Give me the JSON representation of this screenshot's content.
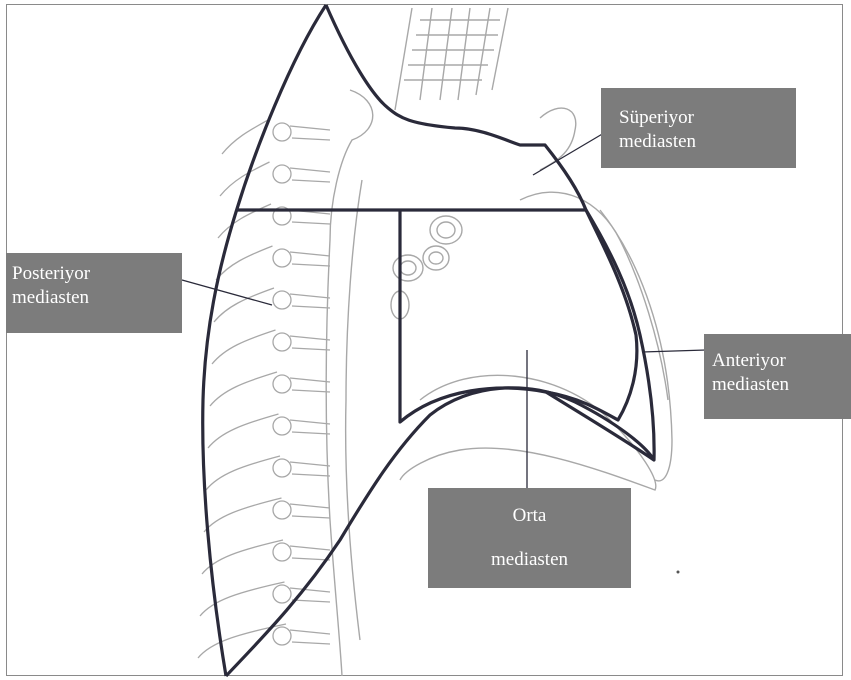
{
  "labels": {
    "superior": [
      "Süperiyor",
      "mediasten"
    ],
    "posterior": [
      "Posteriyor",
      "mediasten"
    ],
    "anterior": [
      "Anteriyor",
      "mediasten"
    ],
    "middle": [
      "Orta",
      "mediasten"
    ]
  },
  "colors": {
    "label_fill": "#7c7c7c",
    "label_text": "#ffffff",
    "outline": "#2a2a3a",
    "sketch": "#a8a8a8"
  }
}
